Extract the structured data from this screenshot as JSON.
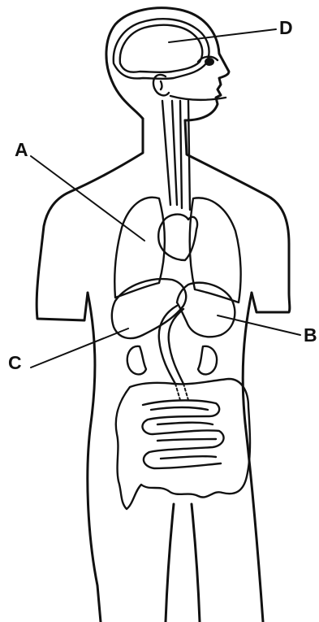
{
  "diagram": {
    "labels": {
      "a": "A",
      "b": "B",
      "c": "C",
      "d": "D"
    }
  },
  "colors": {
    "line": "#111111",
    "background": "#ffffff"
  }
}
